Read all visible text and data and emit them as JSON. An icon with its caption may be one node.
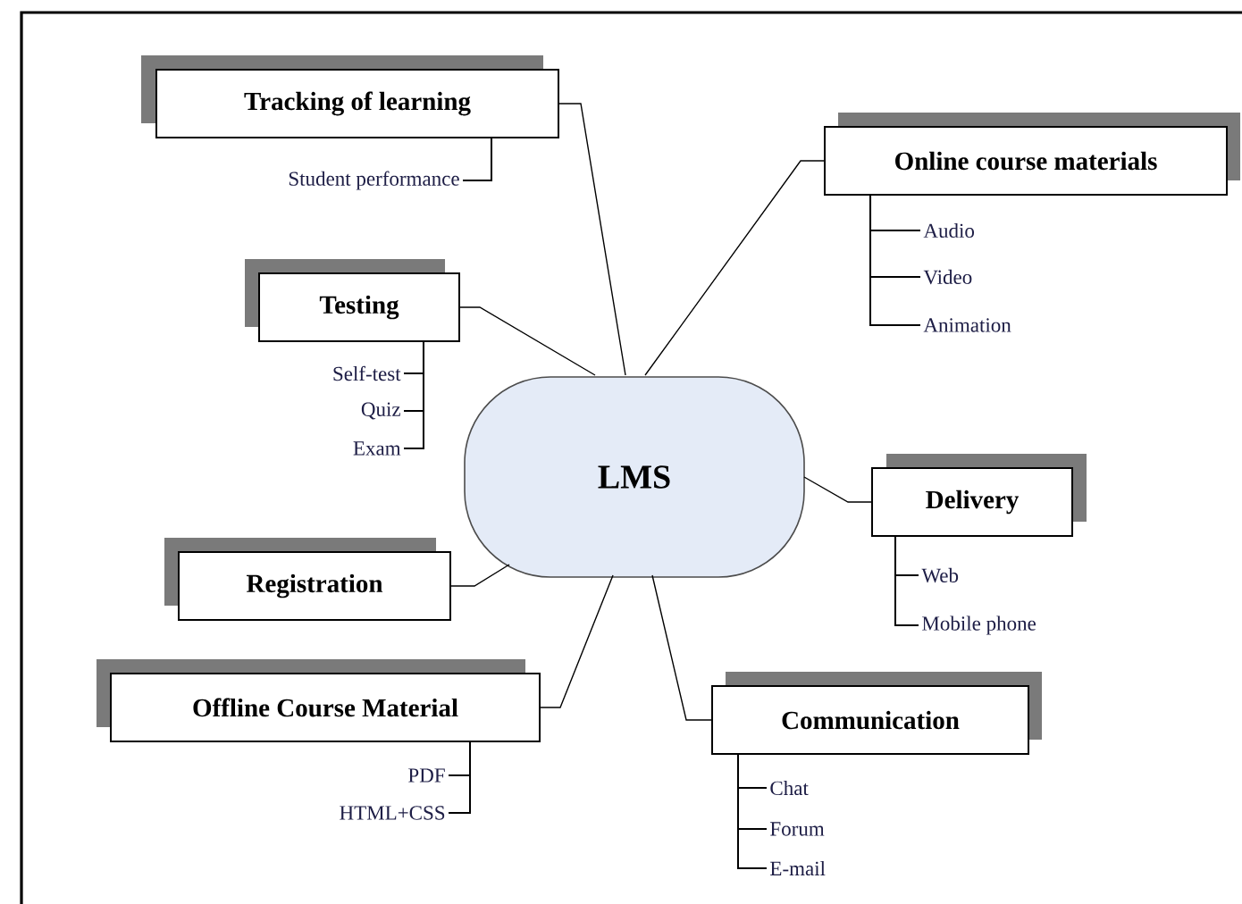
{
  "diagram": {
    "nodes": [
      {
        "text": [
          "LMS"
        ]
      },
      {
        "text": [
          "Tracking of learning"
        ]
      },
      {
        "text": [
          "Student performance"
        ]
      },
      {
        "text": [
          "Testing"
        ]
      },
      {
        "text": [
          "Self-test"
        ]
      },
      {
        "text": [
          "Quiz"
        ]
      },
      {
        "text": [
          "Exam"
        ]
      },
      {
        "text": [
          "Online course materials"
        ]
      },
      {
        "text": [
          "Audio"
        ]
      },
      {
        "text": [
          "Video"
        ]
      },
      {
        "text": [
          "Animation"
        ]
      },
      {
        "text": [
          "Delivery"
        ]
      },
      {
        "text": [
          "Web"
        ]
      },
      {
        "text": [
          "Mobile phone"
        ]
      },
      {
        "text": [
          "Registration"
        ]
      },
      {
        "text": [
          "Offline Course Material"
        ]
      },
      {
        "text": [
          "PDF"
        ]
      },
      {
        "text": [
          "HTML+CSS"
        ]
      },
      {
        "text": [
          "Communication"
        ]
      },
      {
        "text": [
          "Chat"
        ]
      },
      {
        "text": [
          "Forum"
        ]
      },
      {
        "text": [
          "E-mail"
        ]
      }
    ],
    "edges": [
      {
        "from": 0,
        "to": 1,
        "arrow": "none"
      },
      {
        "from": 0,
        "to": 3,
        "arrow": "none"
      },
      {
        "from": 0,
        "to": 7,
        "arrow": "none"
      },
      {
        "from": 0,
        "to": 11,
        "arrow": "none"
      },
      {
        "from": 0,
        "to": 14,
        "arrow": "none"
      },
      {
        "from": 0,
        "to": 15,
        "arrow": "none"
      },
      {
        "from": 0,
        "to": 18,
        "arrow": "none"
      },
      {
        "from": 1,
        "to": 2,
        "arrow": "none"
      },
      {
        "from": 3,
        "to": 4,
        "arrow": "none"
      },
      {
        "from": 3,
        "to": 5,
        "arrow": "none"
      },
      {
        "from": 3,
        "to": 6,
        "arrow": "none"
      },
      {
        "from": 7,
        "to": 8,
        "arrow": "none"
      },
      {
        "from": 7,
        "to": 9,
        "arrow": "none"
      },
      {
        "from": 7,
        "to": 10,
        "arrow": "none"
      },
      {
        "from": 11,
        "to": 12,
        "arrow": "none"
      },
      {
        "from": 11,
        "to": 13,
        "arrow": "none"
      },
      {
        "from": 15,
        "to": 16,
        "arrow": "none"
      },
      {
        "from": 15,
        "to": 17,
        "arrow": "none"
      },
      {
        "from": 18,
        "to": 19,
        "arrow": "none"
      },
      {
        "from": 18,
        "to": 20,
        "arrow": "none"
      },
      {
        "from": 18,
        "to": 21,
        "arrow": "none"
      }
    ]
  }
}
